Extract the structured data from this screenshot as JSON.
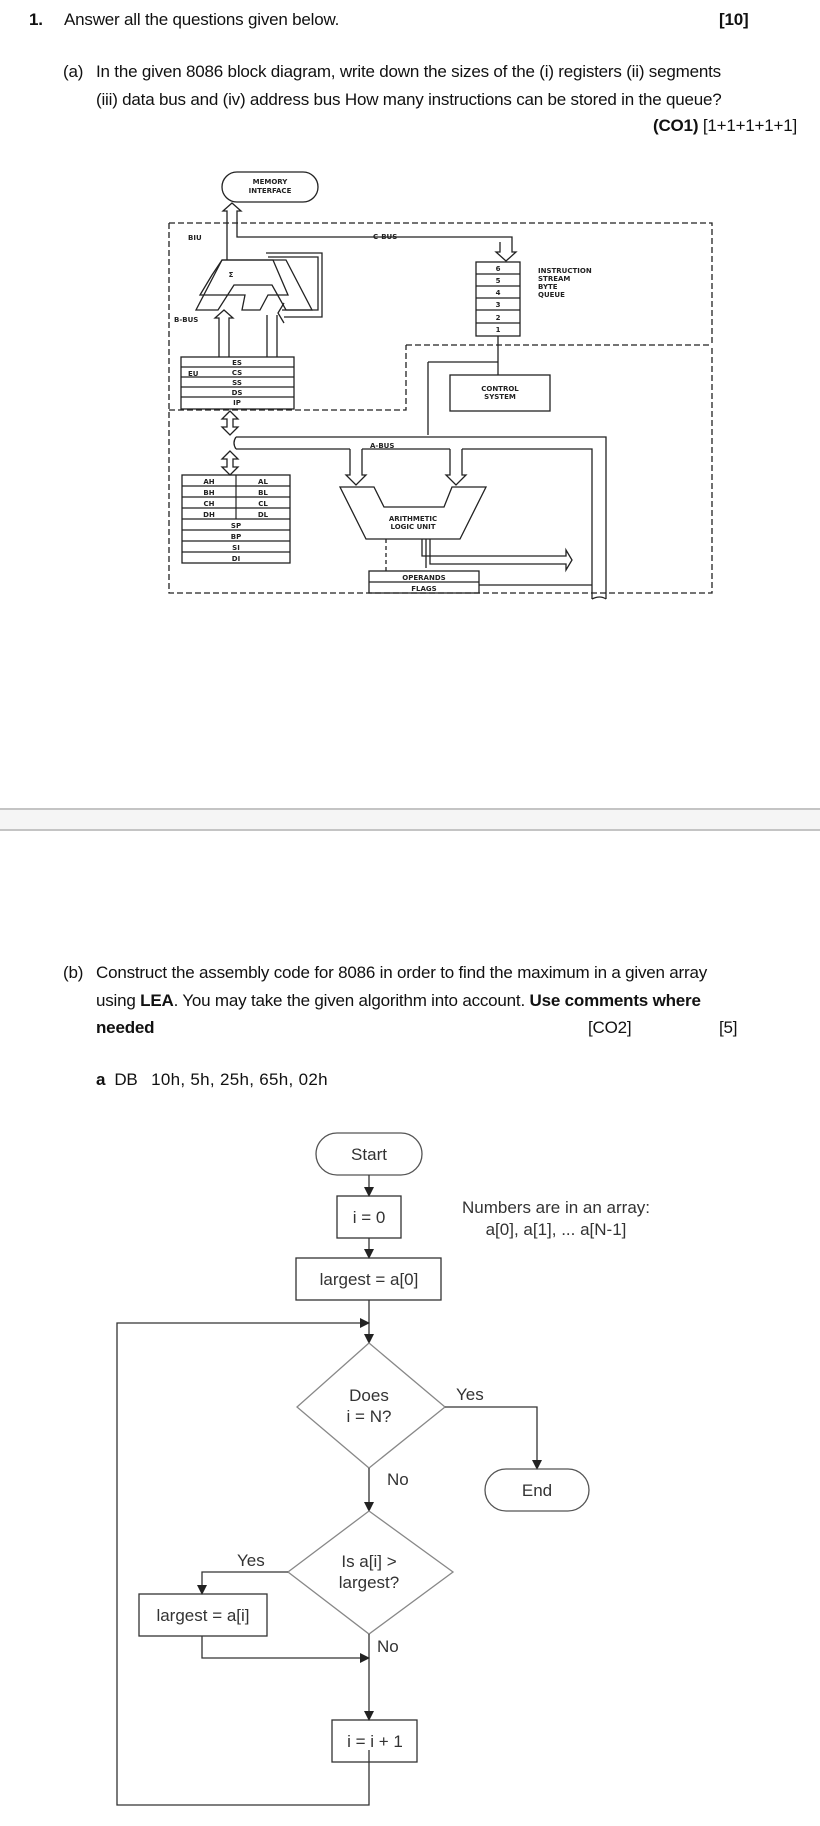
{
  "question1": {
    "number": "1.",
    "text": "Answer all the questions given below.",
    "marks": "[10]"
  },
  "part_a": {
    "label": "(a)",
    "line1": "In the given 8086 block diagram, write down the sizes of the (i) registers (ii) segments",
    "line2": "(iii) data bus and  (iv) address bus  How many instructions can be stored in the queue?",
    "co": "(CO1)",
    "marks": "[1+1+1+1+1]"
  },
  "block_diagram": {
    "memory_interface": [
      "MEMORY",
      "INTERFACE"
    ],
    "biu_label": "BIU",
    "eu_label": "EU",
    "c_bus": "C-BUS",
    "b_bus": "B-BUS",
    "a_bus": "A-BUS",
    "sigma": "Σ",
    "segment_registers": [
      "ES",
      "CS",
      "SS",
      "DS",
      "IP"
    ],
    "queue_cells": [
      "6",
      "5",
      "4",
      "3",
      "2",
      "1"
    ],
    "queue_label": [
      "INSTRUCTION",
      "STREAM",
      "BYTE",
      "QUEUE"
    ],
    "control_system": [
      "CONTROL",
      "SYSTEM"
    ],
    "general_registers_high": [
      "AH",
      "BH",
      "CH",
      "DH"
    ],
    "general_registers_low": [
      "AL",
      "BL",
      "CL",
      "DL"
    ],
    "pointer_registers": [
      "SP",
      "BP",
      "SI",
      "DI"
    ],
    "alu": [
      "ARITHMETIC",
      "LOGIC UNIT"
    ],
    "operands_flags": [
      "OPERANDS",
      "FLAGS"
    ]
  },
  "part_b": {
    "label": "(b)",
    "line1": "Construct the assembly code for 8086 in order to find the maximum in a given array",
    "line2_pre": "using ",
    "line2_bold": "LEA",
    "line2_post": ". You may take the given algorithm into account.  ",
    "line2_bold2": "Use comments where",
    "line3_bold": "needed",
    "co": "[CO2]",
    "marks": "[5]",
    "array_name": "a",
    "array_directive": "DB",
    "array_values": "10h, 5h, 25h, 65h, 02h"
  },
  "flowchart": {
    "start": "Start",
    "init_i": "i = 0",
    "init_largest": "largest = a[0]",
    "note_line1": "Numbers are in an array:",
    "note_line2": "a[0], a[1], ... a[N-1]",
    "decision1": [
      "Does",
      "i = N?"
    ],
    "yes1": "Yes",
    "no1": "No",
    "end": "End",
    "decision2": [
      "Is a[i] >",
      "largest?"
    ],
    "yes2": "Yes",
    "no2": "No",
    "update_largest": "largest = a[i]",
    "increment": "i = i + 1"
  }
}
